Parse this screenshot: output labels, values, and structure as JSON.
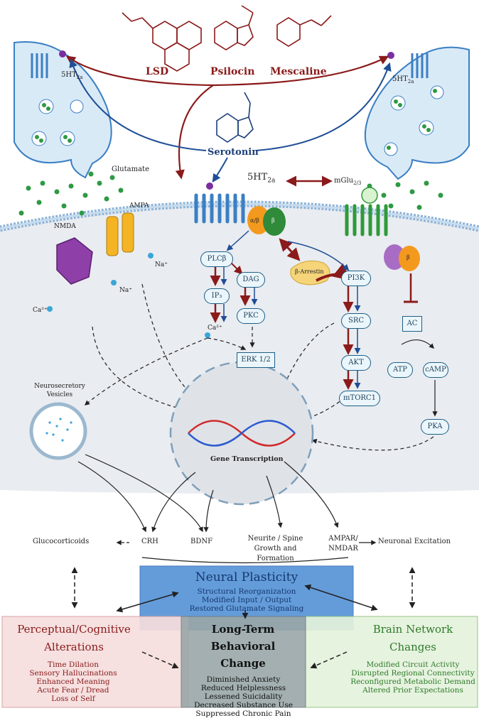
{
  "molecules": {
    "lsd": "LSD",
    "psilocin": "Psilocin",
    "mescaline": "Mescaline",
    "serotonin": "Serotonin"
  },
  "receptors": {
    "r5ht2a_left": "5HT",
    "r5ht2a_left_sub": "2a",
    "r5ht2a_right": "5HT",
    "r5ht2a_right_sub": "2a",
    "r5ht2a_main": "5HT",
    "r5ht2a_main_sub": "2a",
    "mglu": "mGlu",
    "mglu_sub": "2/3",
    "glutamate": "Glutamate",
    "ampa": "AMPA",
    "nmda": "NMDA"
  },
  "ions": {
    "na1": "Na⁺",
    "na2": "Na⁺",
    "ca1": "Ca²⁺",
    "ca2": "Ca²⁺"
  },
  "gprotein": {
    "left_ab": "α/β",
    "left_g": "β",
    "right_g": "β"
  },
  "pathway": {
    "plcb": "PLCβ",
    "ip3": "IP₃",
    "dag": "DAG",
    "pkc": "PKC",
    "erk": "ERK 1/2",
    "pi3k": "PI3K",
    "src": "SRC",
    "akt": "AKT",
    "mtorc1": "mTORC1",
    "ac": "AC",
    "atp": "ATP",
    "camp": "cAMP",
    "pka": "PKA",
    "barrestin": "β-Arrestin"
  },
  "cell": {
    "vesicles": "Neurosecretory Vesicles",
    "gene_transcription": "Gene Transcription"
  },
  "outputs": {
    "glucocorticoids": "Glucocorticoids",
    "crh": "CRH",
    "bdnf": "BDNF",
    "neurite": "Neurite / Spine Growth and Formation",
    "ampar": "AMPAR/ NMDAR",
    "excitation": "Neuronal Excitation"
  },
  "boxes": {
    "neural": {
      "title": "Neural Plasticity",
      "items": [
        "Structural Reorganization",
        "Modified Input / Output",
        "Restored Glutamate Signaling"
      ]
    },
    "perceptual": {
      "title": "Perceptual/Cognitive Alterations",
      "items": [
        "Time Dilation",
        "Sensory Hallucinations",
        "Enhanced Meaning",
        "Acute Fear / Dread",
        "Loss of Self"
      ]
    },
    "behavioral": {
      "title": "Long-Term Behavioral Change",
      "items": [
        "Diminished Anxiety",
        "Reduced Helplessness",
        "Lessened Suicidality",
        "Decreased Substance Use",
        "Suppressed Chronic Pain"
      ]
    },
    "network": {
      "title": "Brain Network Changes",
      "items": [
        "Modified Circuit Activity",
        "Disrupted Regional Connectivity",
        "Reconfigured Metabolic Demand",
        "Altered Prior Expectations"
      ]
    }
  },
  "colors": {
    "drug": "#8a1a1a",
    "serotonin": "#1d3f7a",
    "receptor": "#3b7fc4",
    "glutamate_dots": "#2e9a44",
    "arrow_red": "#8b1a1a",
    "arrow_blue": "#1f4e96",
    "neural_box": "#4f8fd6",
    "perceptual_box": "#f6dede",
    "behavioral_box": "#9aa7a8",
    "network_box": "#e4f2dd"
  }
}
